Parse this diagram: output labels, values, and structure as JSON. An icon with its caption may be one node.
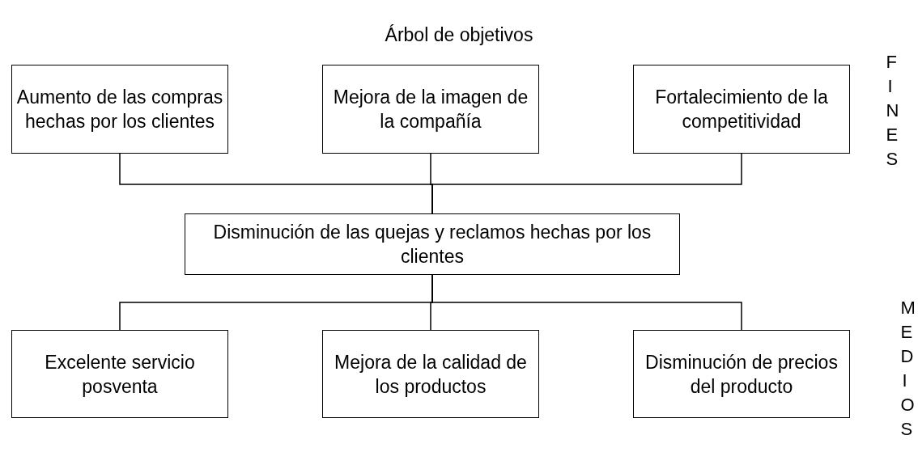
{
  "diagram": {
    "title": "Árbol de objetivos",
    "nodes": [
      {
        "text": [
          "Aumento de las compras hechas por los clientes"
        ]
      },
      {
        "text": [
          "Mejora de la imagen de la compañía"
        ]
      },
      {
        "text": [
          "Fortalecimiento de la competitividad"
        ]
      },
      {
        "text": [
          "Disminución de las quejas y reclamos hechas por los clientes"
        ]
      },
      {
        "text": [
          "Excelente servicio posventa"
        ]
      },
      {
        "text": [
          "Mejora de la calidad de los productos"
        ]
      },
      {
        "text": [
          "Disminución de precios del producto"
        ]
      }
    ],
    "edges": [
      {
        "from": 3,
        "to": 0,
        "arrow": "none"
      },
      {
        "from": 3,
        "to": 1,
        "arrow": "none"
      },
      {
        "from": 3,
        "to": 2,
        "arrow": "none"
      },
      {
        "from": 4,
        "to": 3,
        "arrow": "none"
      },
      {
        "from": 5,
        "to": 3,
        "arrow": "none"
      },
      {
        "from": 6,
        "to": 3,
        "arrow": "none"
      }
    ],
    "labels": [
      "FINES",
      "MEDIOS"
    ]
  }
}
